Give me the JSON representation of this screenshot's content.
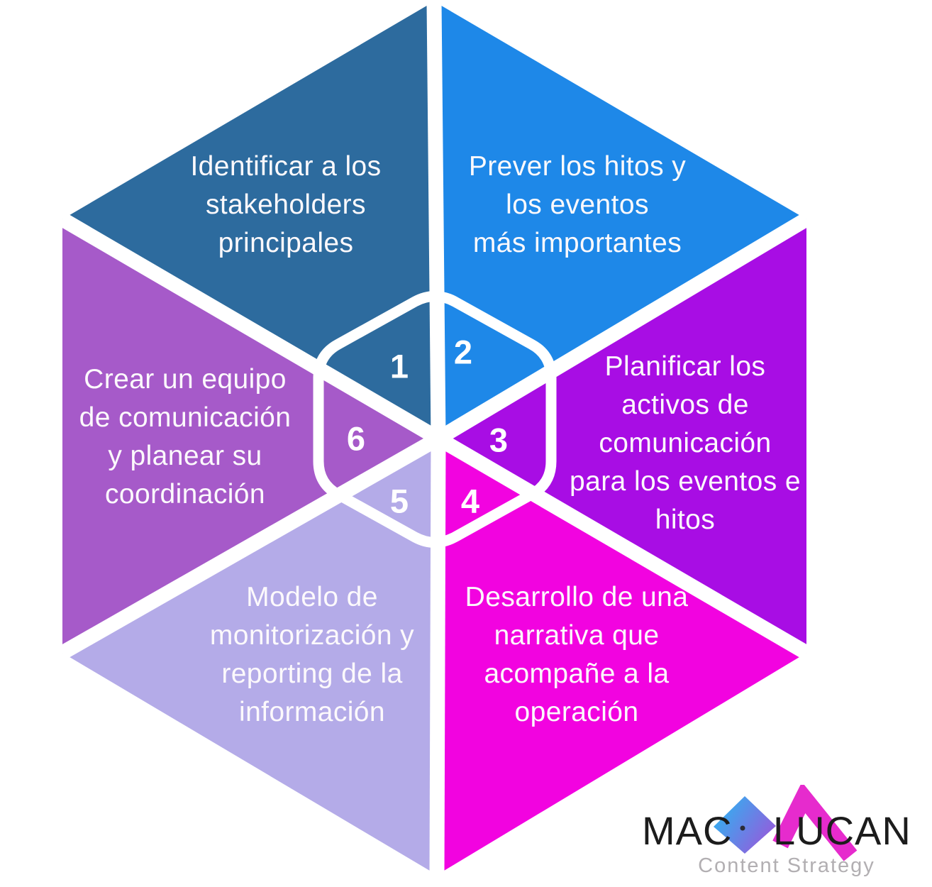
{
  "diagram": {
    "title_note": "Hexagonal 6-step communication planning infographic",
    "sections": [
      {
        "number": "1",
        "color": "#2D6B9E",
        "label": "Identificar a los\nstakeholders\nprincipales"
      },
      {
        "number": "2",
        "color": "#1E88E8",
        "label": "Prever los hitos y\nlos eventos\nmás importantes"
      },
      {
        "number": "3",
        "color": "#A80DE4",
        "label": "Planificar los\nactivos de\ncomunicación\npara los eventos e\nhitos"
      },
      {
        "number": "4",
        "color": "#F203E0",
        "label": "Desarrollo de una\nnarrativa que\nacompañe a la\noperación"
      },
      {
        "number": "5",
        "color": "#B4ABE8",
        "label": "Modelo de\nmonitorización y\nreporting de la\ninformación"
      },
      {
        "number": "6",
        "color": "#A65AC9",
        "label": "Crear un equipo\nde comunicación\ny planear su\ncoordinación"
      }
    ]
  },
  "logo": {
    "brand_left": "MAC",
    "brand_right": "LUCAN",
    "tagline": "Content Strategy",
    "diamond_gradient_from": "#2CB5F2",
    "diamond_gradient_to": "#9C55DA",
    "chevron_color": "#E62BCD",
    "dot_color": "#2B2B36"
  }
}
